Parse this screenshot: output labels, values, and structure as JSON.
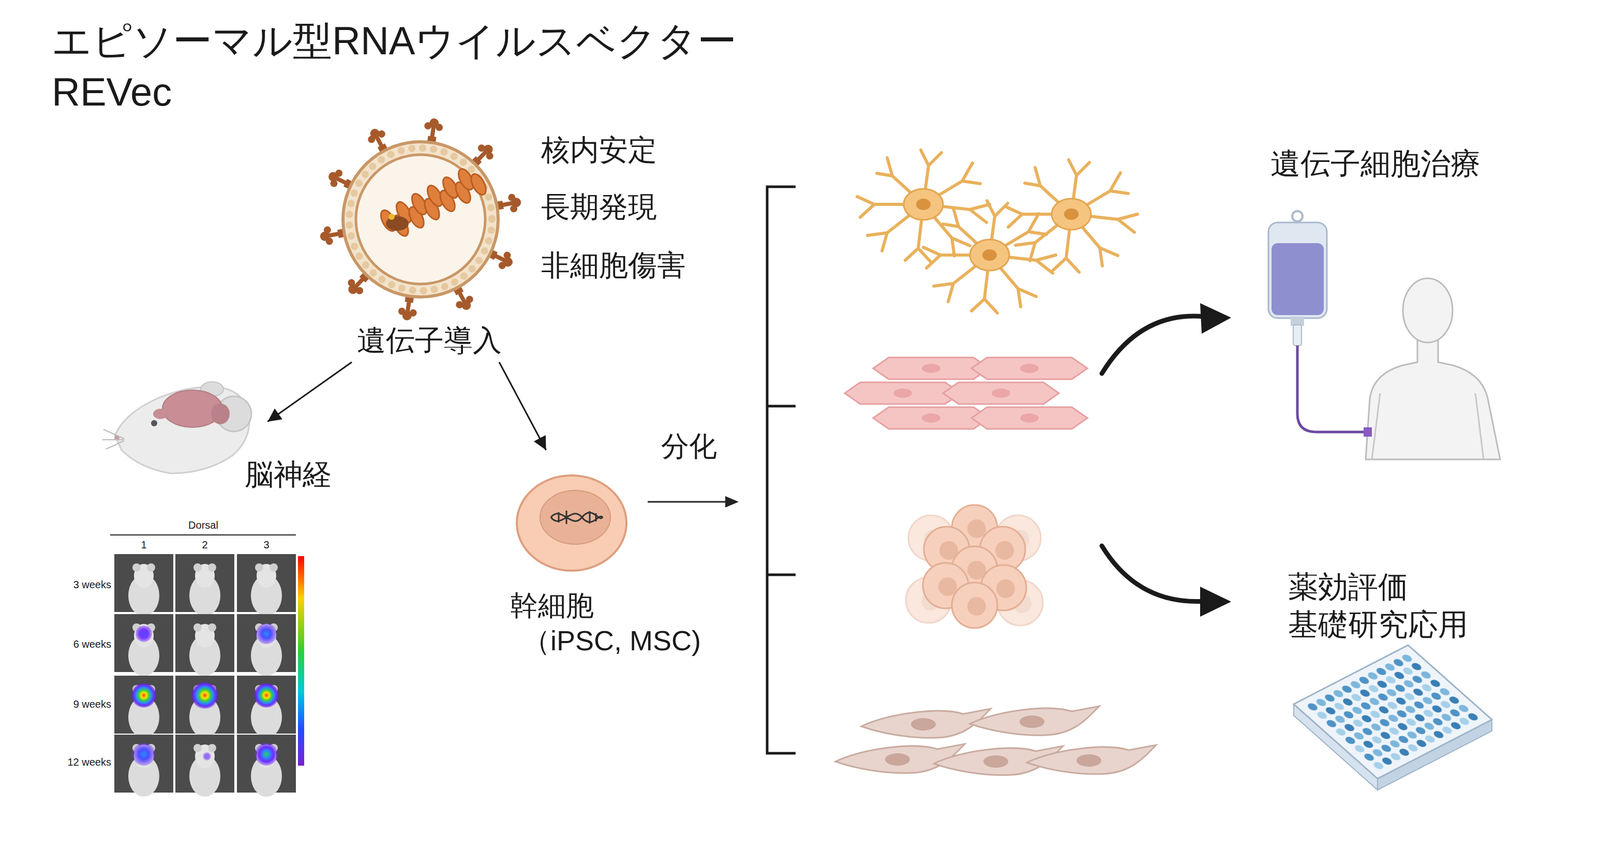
{
  "diagram": {
    "title": "エピソーマル型RNAウイルスベクター REVec",
    "nodes": [
      {
        "text": [
          "遺伝子導入"
        ]
      },
      {
        "text": [
          "脳神経"
        ]
      },
      {
        "text": [
          "幹細胞",
          "（iPSC, MSC)"
        ]
      },
      {
        "text": [
          "遺伝子細胞治療"
        ]
      },
      {
        "text": [
          "薬効評価 基礎研究応用"
        ]
      }
    ],
    "edges": [
      {
        "from": 0,
        "to": 1,
        "arrow": "to"
      },
      {
        "from": 0,
        "to": 2,
        "arrow": "to"
      }
    ],
    "labels": [
      "核内安定",
      "長期発現",
      "非細胞傷害",
      "分化",
      "Dorsal",
      "1",
      "2",
      "3",
      "3 weeks",
      "6 weeks",
      "9 weeks",
      "12 weeks"
    ]
  }
}
